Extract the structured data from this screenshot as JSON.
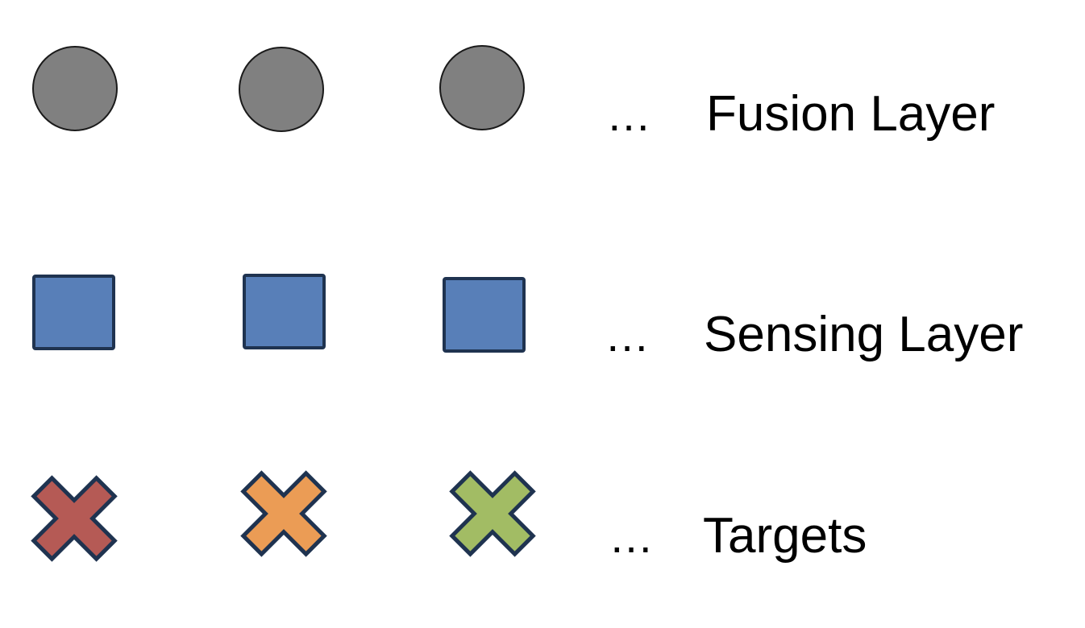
{
  "colors": {
    "fusion_fill": "#808080",
    "fusion_stroke": "#1a1a1a",
    "sensing_fill": "#587FB8",
    "sensing_stroke": "#1f3350",
    "target_stroke": "#1f3350",
    "target_fills": [
      "#B55A55",
      "#EB9C55",
      "#A2BC64"
    ]
  },
  "rows": {
    "fusion": {
      "label": "Fusion Layer",
      "ellipsis": "…",
      "shape": "circle",
      "count": 3
    },
    "sensing": {
      "label": "Sensing Layer",
      "ellipsis": "…",
      "shape": "square",
      "count": 3
    },
    "targets": {
      "label": "Targets",
      "ellipsis": "…",
      "shape": "x-mark",
      "count": 3
    }
  }
}
